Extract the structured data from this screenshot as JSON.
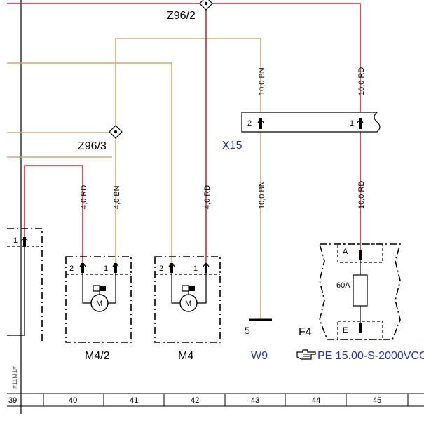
{
  "splices": {
    "z96_2": "Z96/2",
    "z96_3": "Z96/3"
  },
  "connector": {
    "name": "X15",
    "pin_left": "2",
    "pin_right": "1"
  },
  "wires": {
    "bn_upper": "10,0 BN",
    "rd_upper": "10,0 RD",
    "bn_lower": "10,0 BN",
    "rd_lower": "10,0 RD",
    "m42_rd": "4,0 RD",
    "m42_bn": "4,0 BN",
    "m4_rd": "4,0 RD"
  },
  "components": {
    "left_pin": "1",
    "m4_2": {
      "name": "M4/2",
      "pin_a": "2",
      "pin_b": "1",
      "motor": "M"
    },
    "m4": {
      "name": "M4",
      "pin_a": "2",
      "pin_b": "1",
      "motor": "M"
    },
    "fuse": {
      "name": "F4",
      "pin_top": "A",
      "pin_bottom": "E",
      "rating": "60A"
    }
  },
  "ground": {
    "name": "W9",
    "pin": "5"
  },
  "reference": {
    "icon": "pointing-hand-icon",
    "text": "PE 15.00-S-2000VCC"
  },
  "footer_code": "#11M1#",
  "grid": [
    "39",
    "40",
    "41",
    "42",
    "43",
    "44",
    "45"
  ],
  "colors": {
    "red": "#e8202a",
    "brown": "#d2a87a",
    "blue": "#1a2fd1",
    "black": "#000000"
  }
}
